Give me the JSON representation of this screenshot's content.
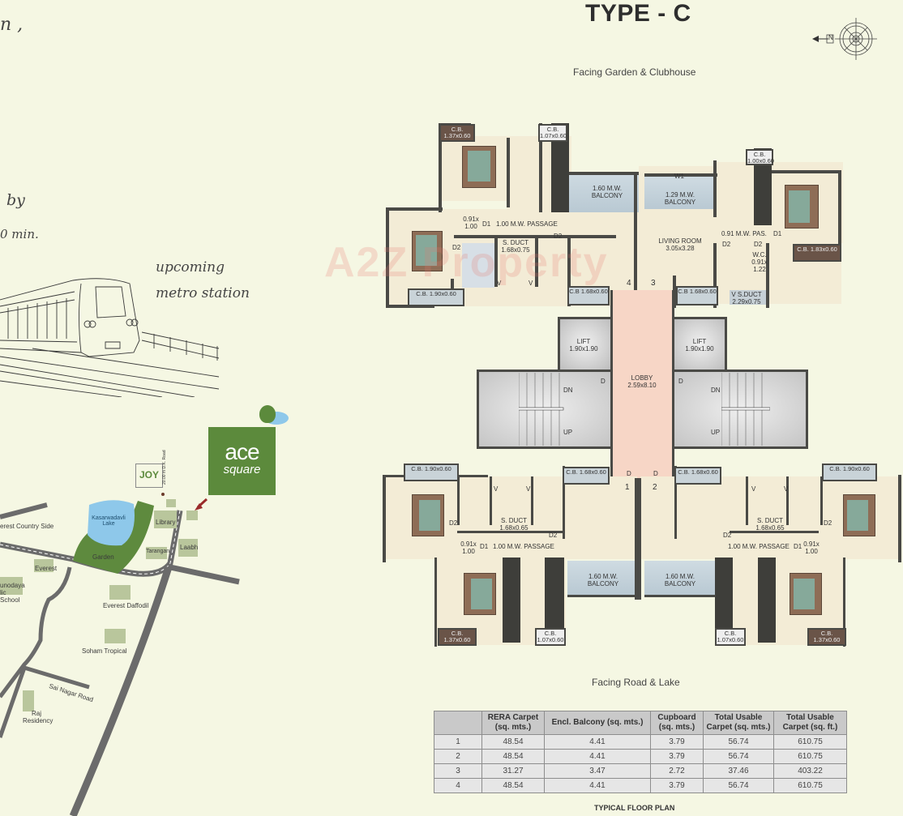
{
  "page": {
    "title": "TYPE - C",
    "facing_top": "Facing Garden & Clubhouse",
    "facing_bottom": "Facing Road & Lake",
    "caption": "TYPE TYPICAL FLOOR PLAN",
    "plan_caption": "TYPICAL FLOOR PLAN",
    "compass_label": "N",
    "watermark": "A2Z Property"
  },
  "left_panel": {
    "handwritten_top": "n ,",
    "handwritten_by": "by",
    "handwritten_min": "0 min.",
    "metro_note_line1": "upcoming",
    "metro_note_line2": "metro station"
  },
  "map": {
    "logo_line1": "ace",
    "logo_line2": "square",
    "joy_logo": "JOY",
    "road_label": "20.00 m D.K. Road",
    "labels": {
      "lake": "Kasarwadavli Lake",
      "garden": "Garden",
      "library": "Library",
      "tarangan": "Tarangan",
      "laabh": "Laabh",
      "everest_country_side": "erest Country Side",
      "everest": "Everest",
      "school": "unodaya lic School",
      "everest_daffodil": "Everest Daffodil",
      "soham_tropical": "Soham Tropical",
      "sai_nagar_road": "Sai Nagar Road",
      "raj_residency": "Raj Residency"
    },
    "colors": {
      "logo_green": "#5c8a3c",
      "lake_blue": "#8fc8e8",
      "road_gray": "#6b6b6b",
      "building": "#b9c69c"
    }
  },
  "plan": {
    "top_left": {
      "cb_bed1": "C.B. 1.37x0.60",
      "cb_kitchen": "C.B. 1.07x0.60",
      "balcony": "1.60 M.W. BALCONY",
      "passage": "1.00 M.W. PASSAGE",
      "door_size": "0.91x 1.00",
      "d1": "D1",
      "d2a": "D2",
      "d2b": "D2",
      "sduct": "S. DUCT 1.68x0.75",
      "v1": "V",
      "v2": "V",
      "cb_bed2": "C.B. 1.90x0.60",
      "cb_living": "C.B 1.68x0.60",
      "flat_no": "4",
      "door": "D"
    },
    "top_right": {
      "w1": "W1",
      "balcony": "1.29 M.W. BALCONY",
      "cb_kitchen": "C.B. 1.00x0.60",
      "living": "LIVING ROOM 3.05x3.28",
      "pas": "0.91 M.W. PAS.",
      "d1": "D1",
      "d2a": "D2",
      "d2b": "D2",
      "wc": "W.C. 0.91x 1.22",
      "cb_bed": "C.B. 1.83x0.60",
      "cb_living": "C.B 1.68x0.60",
      "sduct": "V   S.DUCT 2.29x0.75",
      "flat_no": "3",
      "door": "D"
    },
    "core": {
      "lift_left": "LIFT 1.90x1.90",
      "lift_right": "LIFT 1.90x1.90",
      "lobby": "LOBBY 2.59x8.10",
      "dn": "DN",
      "up": "UP",
      "door": "D"
    },
    "bottom_left": {
      "cb_bed1": "C.B. 1.90x0.60",
      "cb_living": "C.B. 1.68x0.60",
      "sduct": "S. DUCT 1.68x0.65",
      "passage": "1.00 M.W. PASSAGE",
      "door_size": "0.91x 1.00",
      "d1": "D1",
      "d2a": "D2",
      "d2b": "D2",
      "v1": "V",
      "v2": "V",
      "balcony": "1.60 M.W. BALCONY",
      "cb_bed2": "C.B. 1.37x0.60",
      "cb_kitchen": "C.B. 1.07x0.60",
      "flat_no": "1",
      "door": "D"
    },
    "bottom_right": {
      "cb_living": "C.B. 1.68x0.60",
      "cb_bed1": "C.B. 1.90x0.60",
      "sduct": "S. DUCT 1.68x0.65",
      "passage": "1.00 M.W. PASSAGE",
      "door_size": "0.91x 1.00",
      "d1": "D1",
      "d2a": "D2",
      "d2b": "D2",
      "v1": "V",
      "v2": "V",
      "balcony": "1.60 M.W. BALCONY",
      "cb_bed2": "C.B. 1.37x0.60",
      "cb_kitchen": "C.B. 1.07x0.60",
      "flat_no": "2",
      "door": "D"
    }
  },
  "area_table": {
    "headers": [
      "",
      "RERA Carpet (sq. mts.)",
      "Encl. Balcony (sq. mts.)",
      "Cupboard (sq. mts.)",
      "Total Usable Carpet (sq. mts.)",
      "Total Usable Carpet (sq. ft.)"
    ],
    "rows": [
      [
        "1",
        "48.54",
        "4.41",
        "3.79",
        "56.74",
        "610.75"
      ],
      [
        "2",
        "48.54",
        "4.41",
        "3.79",
        "56.74",
        "610.75"
      ],
      [
        "3",
        "31.27",
        "3.47",
        "2.72",
        "37.46",
        "403.22"
      ],
      [
        "4",
        "48.54",
        "4.41",
        "3.79",
        "56.74",
        "610.75"
      ]
    ]
  }
}
